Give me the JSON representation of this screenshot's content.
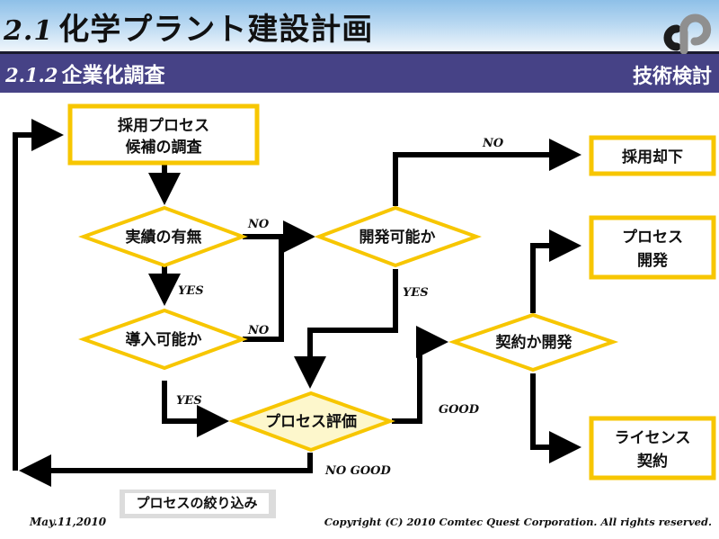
{
  "header": {
    "title_number": "2.1",
    "title_text": "化学プラント建設計画",
    "subtitle_number": "2.1.2",
    "subtitle_text": "企業化調査",
    "section_label": "技術検討"
  },
  "colors": {
    "node_border": "#f7c600",
    "highlight_fill": "#fdf7cc",
    "subheader_bg": "#464286",
    "arrow": "#000000"
  },
  "flow": {
    "nodes": {
      "survey": {
        "line1": "採用プロセス",
        "line2": "候補の調査"
      },
      "track_record": {
        "text": "実績の有無"
      },
      "importable": {
        "text": "導入可能か"
      },
      "developable": {
        "text": "開発可能か"
      },
      "evaluation": {
        "text": "プロセス評価"
      },
      "contract_or_develop": {
        "text": "契約か開発"
      },
      "rejected": {
        "text": "採用却下"
      },
      "process_dev": {
        "line1": "プロセス",
        "line2": "開発"
      },
      "license": {
        "line1": "ライセンス",
        "line2": "契約"
      }
    },
    "labels": {
      "track_no": "NO",
      "track_yes": "YES",
      "import_no": "NO",
      "import_yes": "YES",
      "dev_no": "NO",
      "dev_yes": "YES",
      "eval_good": "GOOD",
      "eval_nogood": "NO GOOD"
    }
  },
  "narrowing_button": "プロセスの絞り込み",
  "footer": {
    "date": "May.11,2010",
    "copyright": "Copyright (C) 2010 Comtec Quest Corporation. All rights reserved."
  }
}
